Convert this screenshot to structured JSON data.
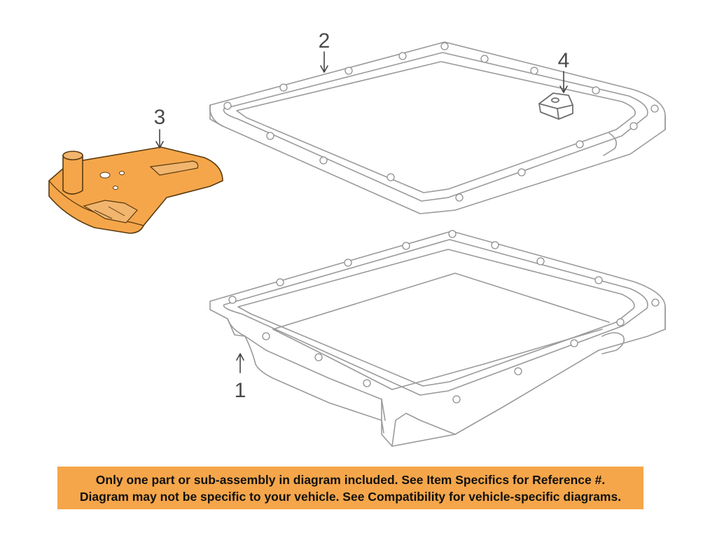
{
  "diagram": {
    "callouts": {
      "part1": "1",
      "part2": "2",
      "part3": "3",
      "part4": "4"
    },
    "colors": {
      "filter_fill": "#f5a64a",
      "filter_shadow": "#e28a25",
      "line_gray": "#9a9a9a",
      "notice_bg": "#f5a64a"
    }
  },
  "notice": {
    "line1": "Only one part or sub-assembly in diagram included. See Item Specifics for Reference #.",
    "line2": "Diagram may not be specific to your vehicle. See Compatibility for vehicle-specific diagrams."
  }
}
